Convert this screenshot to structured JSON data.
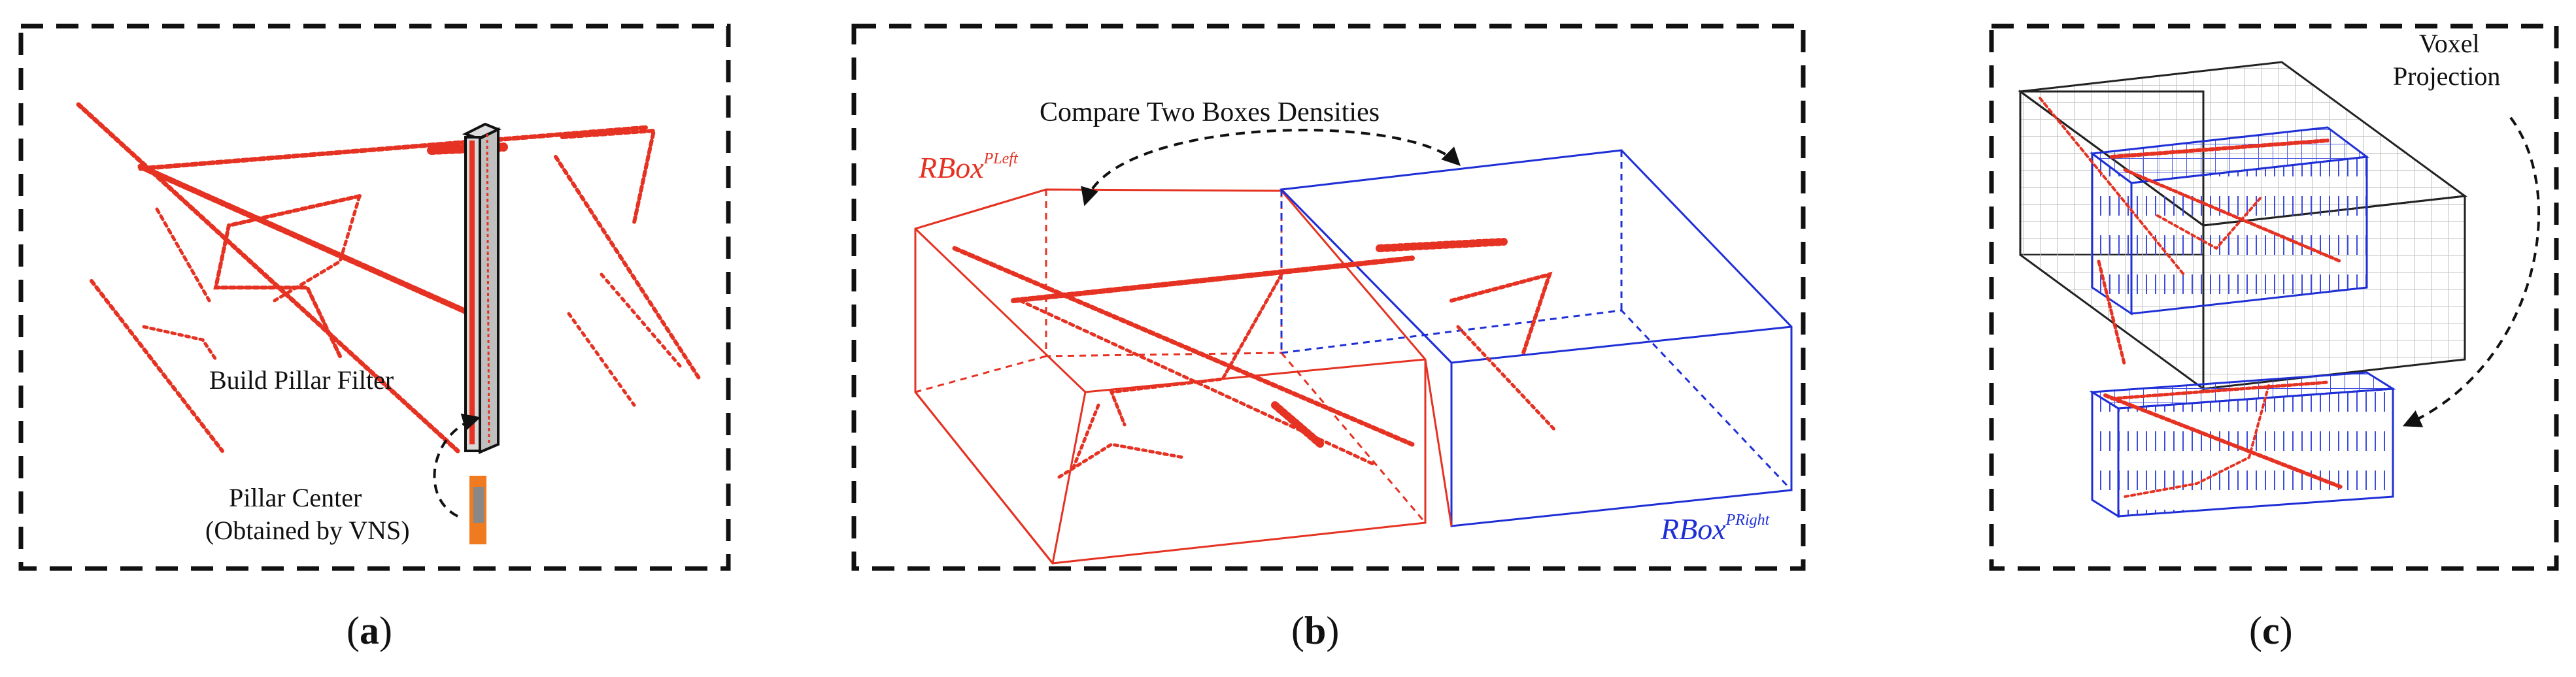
{
  "panels": {
    "a": {
      "caption_letter": "a",
      "build_label": "Build Pillar Filter",
      "center_label_1": "Pillar Center",
      "center_label_2": "(Obtained by VNS)"
    },
    "b": {
      "caption_letter": "b",
      "compare_label": "Compare Two Boxes Densities",
      "left_box_base": "RBox",
      "left_box_sup": "PLeft",
      "right_box_base": "RBox",
      "right_box_sup": "PRight"
    },
    "c": {
      "caption_letter": "c",
      "voxel_label_1": "Voxel",
      "voxel_label_2": "Projection"
    }
  },
  "colors": {
    "points": "#e53222",
    "blue_box": "#1f2fd6",
    "red_box": "#e53222",
    "frame": "#111111",
    "grid_gray": "#b8b8b8"
  }
}
